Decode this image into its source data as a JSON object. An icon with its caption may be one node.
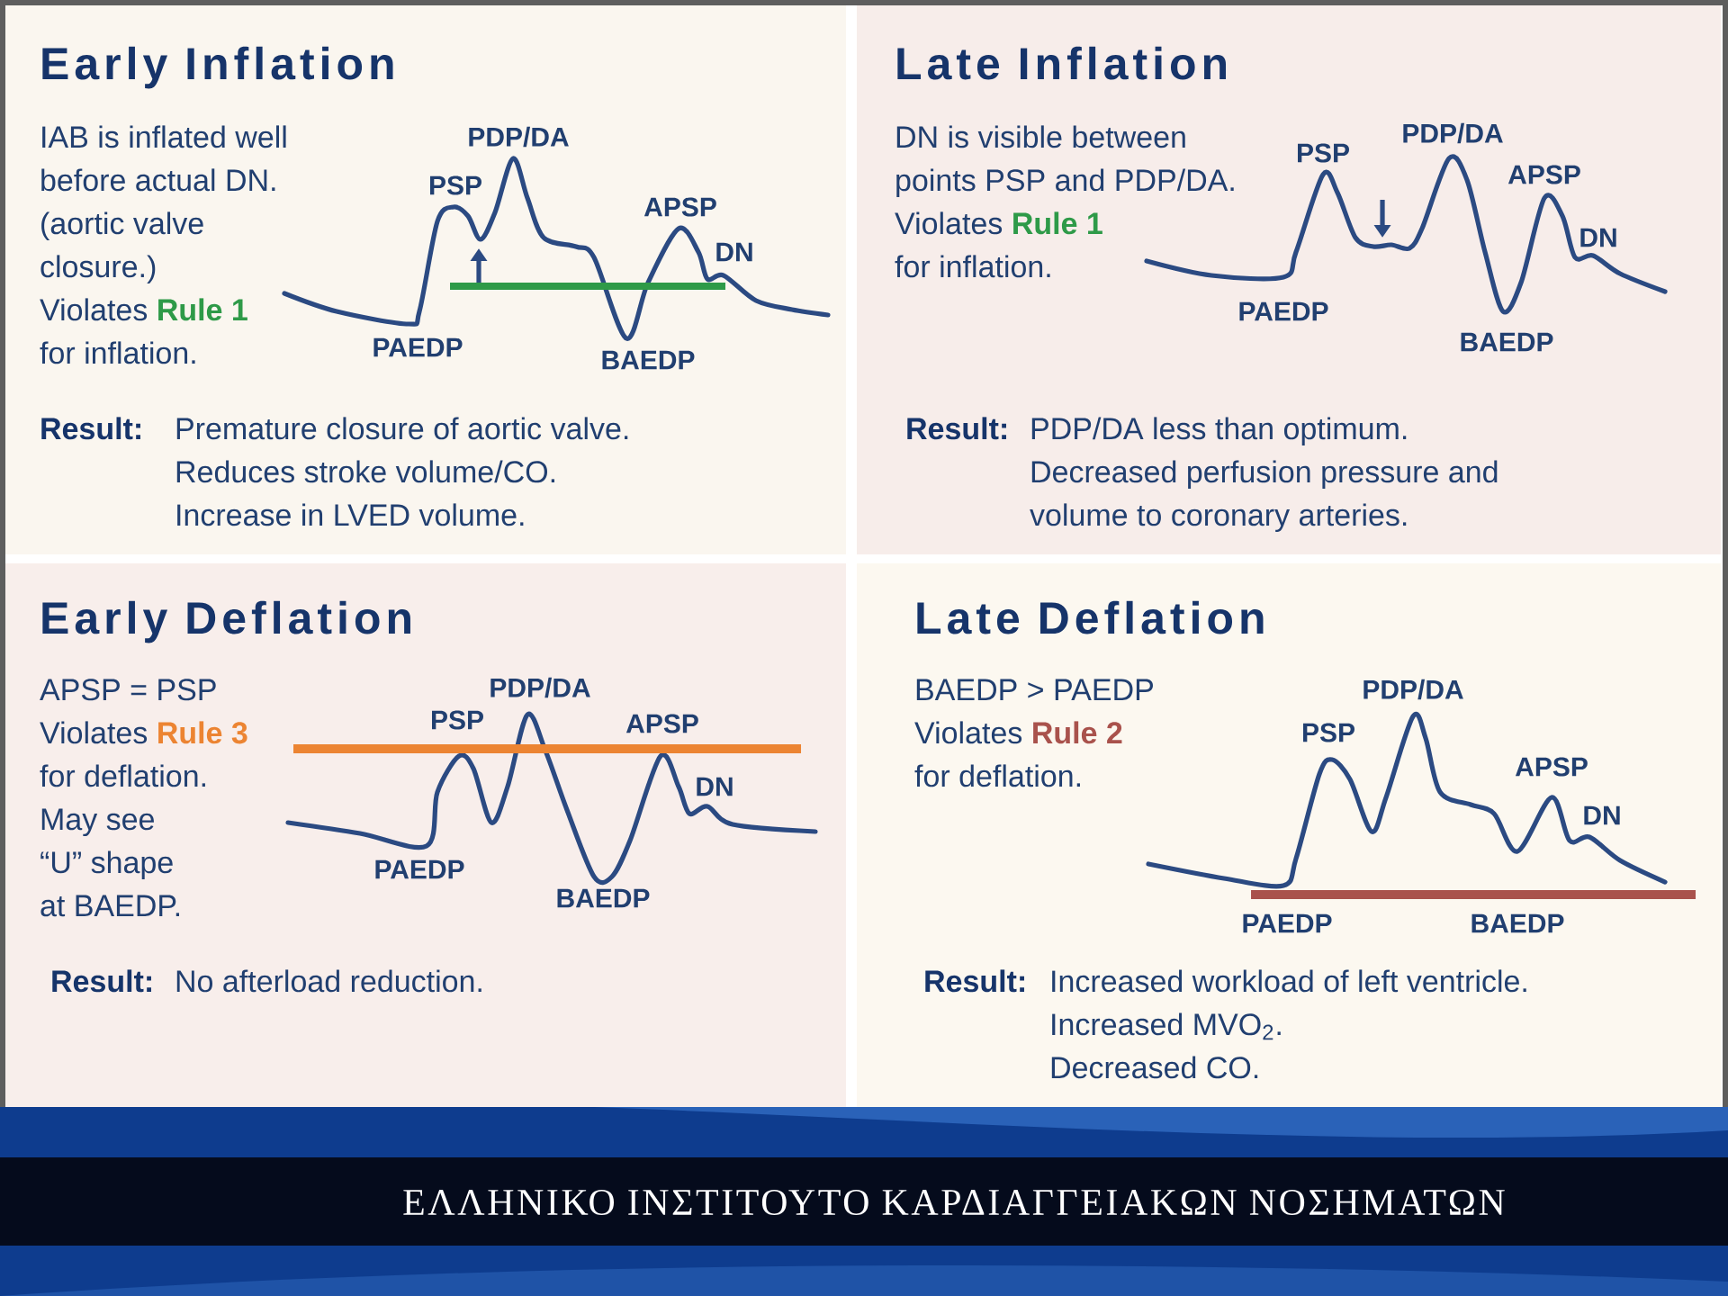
{
  "diagram": {
    "nodes": [
      {
        "text": [
          "Early Inflation",
          "IAB is inflated well before actual DN. (aortic valve closure.)",
          "Violates **Rule 1** for inflation.",
          "Result:",
          "Premature closure of aortic valve.",
          "Reduces stroke volume/CO.",
          "Increase in LVED volume."
        ]
      },
      {
        "text": [
          "Late Inflation",
          "DN is visible between points PSP and PDP/DA.",
          "Violates **Rule 1** for inflation.",
          "Result:",
          "PDP/DA less than optimum.",
          "Decreased perfusion pressure and volume to coronary arteries."
        ]
      },
      {
        "text": [
          "Early Deflation",
          "APSP = PSP",
          "Violates **Rule 3** for deflation.",
          "May see “U” shape at BAEDP.",
          "Result:",
          "No afterload reduction."
        ]
      },
      {
        "text": [
          "Late Deflation",
          "BAEDP > PAEDP",
          "Violates **Rule 2** for deflation.",
          "Result:",
          "Increased workload of left ventricle.",
          "Increased MVO$_{2}$.",
          "Decreased CO."
        ]
      },
      {
        "text": [
          "ΕΛΛΗΝΙΚΟ ΙΝΣΤΙΤΟΥΤΟ ΚΑΡΔΙΑΓΓΕΙΑΚΩΝ ΝΟΣΗΜΑΤΩΝ"
        ]
      }
    ],
    "labels": [
      "PDP/DA",
      "PSP",
      "APSP",
      "DN",
      "PAEDP",
      "BAEDP",
      "PDP/DA",
      "PSP",
      "APSP",
      "DN",
      "PAEDP",
      "BAEDP",
      "PDP/DA",
      "PSP",
      "APSP",
      "DN",
      "PAEDP",
      "BAEDP",
      "PDP/DA",
      "PSP",
      "APSP",
      "DN",
      "PAEDP",
      "BAEDP"
    ]
  }
}
